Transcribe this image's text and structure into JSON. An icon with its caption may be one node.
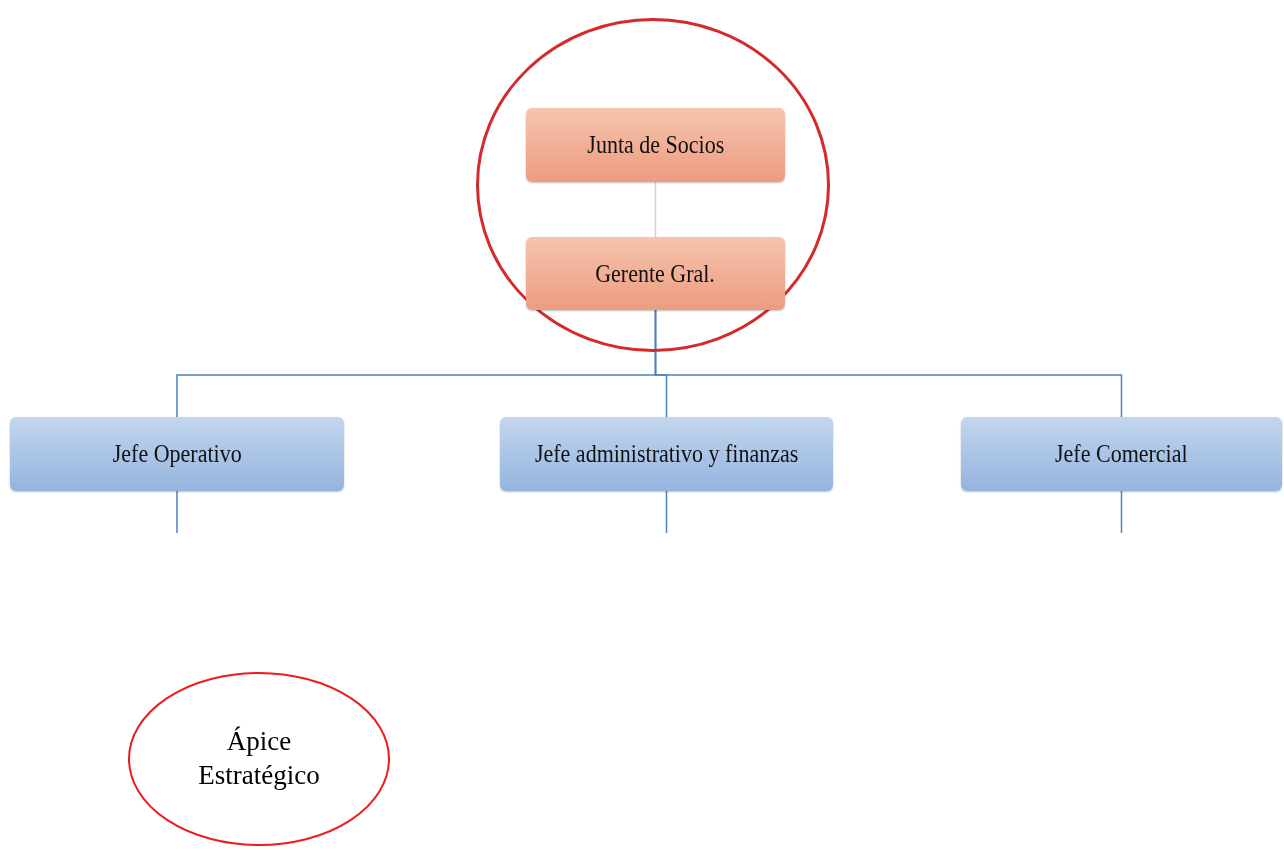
{
  "diagram": {
    "nodes": [
      {
        "text": [],
        "shape": "circle"
      },
      {
        "text": [
          "Junta de Socios"
        ],
        "in": 0
      },
      {
        "text": [
          "Gerente Gral."
        ],
        "in": 0
      },
      {
        "text": [
          "Jefe Operativo"
        ]
      },
      {
        "text": [
          "Jefe administrativo y finanzas"
        ]
      },
      {
        "text": [
          "Jefe Comercial"
        ]
      },
      {
        "text": [
          "Ápice Estratégico"
        ]
      }
    ],
    "edges": [
      {
        "from": 1,
        "to": 2,
        "arrow": "none",
        "color": "#e6cdb0"
      },
      {
        "from": 2,
        "to": 3,
        "arrow": "none"
      },
      {
        "from": 2,
        "to": 4,
        "arrow": "none"
      },
      {
        "from": 2,
        "to": 5,
        "arrow": "none"
      },
      {
        "from": 3,
        "to": null,
        "arrow": "none"
      },
      {
        "from": 4,
        "to": null,
        "arrow": "none"
      },
      {
        "from": 5,
        "to": null,
        "arrow": "none"
      }
    ]
  }
}
